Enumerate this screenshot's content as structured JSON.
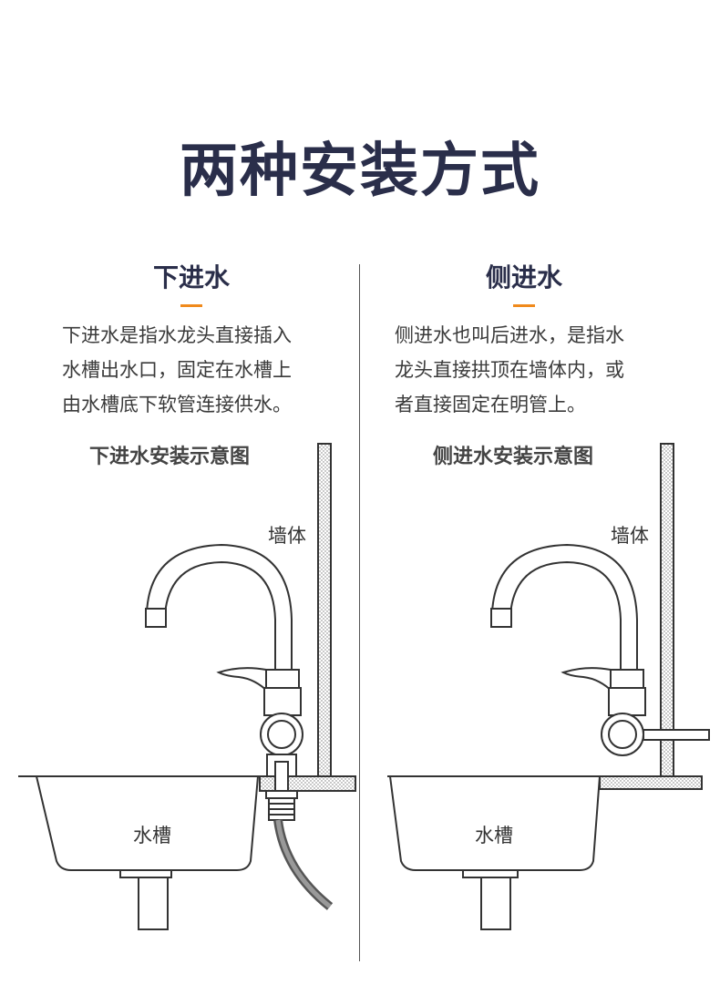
{
  "title": "两种安装方式",
  "left": {
    "heading": "下进水",
    "description": "下进水是指水龙头直接插入\n水槽出水口，固定在水槽上\n由水槽底下软管连接供水。",
    "diagram_title": "下进水安装示意图",
    "wall_label": "墙体",
    "sink_label": "水槽"
  },
  "right": {
    "heading": "侧进水",
    "description": "侧进水也叫后进水，是指水\n龙头直接拱顶在墙体内，或\n者直接固定在明管上。",
    "diagram_title": "侧进水安装示意图",
    "wall_label": "墙体",
    "sink_label": "水槽"
  },
  "colors": {
    "title": "#2a2e4a",
    "accent": "#f08a1c",
    "line": "#333333"
  }
}
